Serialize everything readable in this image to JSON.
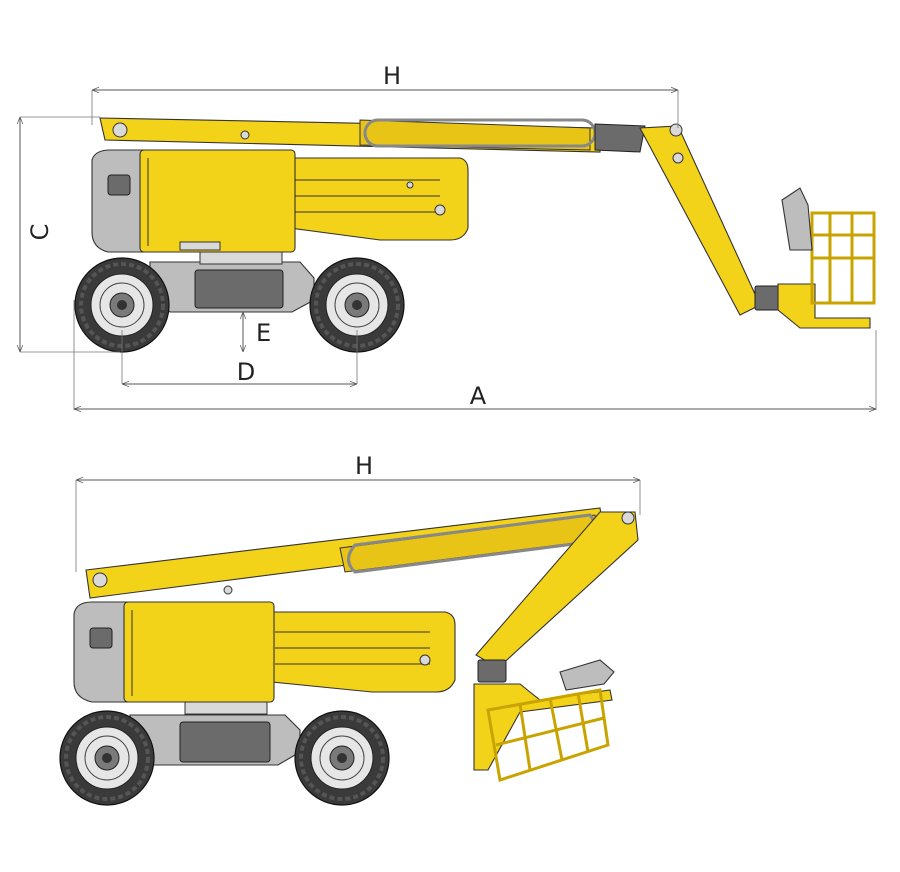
{
  "colors": {
    "machine_yellow": "#f3d21a",
    "chassis_grey": "#bdbdbd",
    "dimension_line": "#555555"
  },
  "top_view": {
    "dimensions": {
      "H": "H",
      "C": "C",
      "E": "E",
      "D": "D",
      "A": "A"
    }
  },
  "bottom_view": {
    "dimensions": {
      "H": "H"
    }
  }
}
